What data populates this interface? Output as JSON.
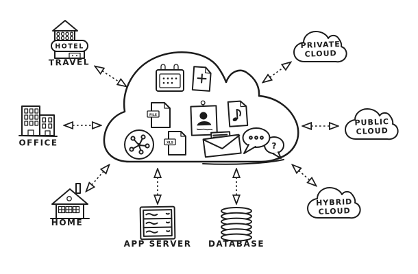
{
  "title": "Cloud computing hand-drawn sketch diagram",
  "style": {
    "ink_color": "#1c1c1c",
    "background_color": "#ffffff",
    "line_style": "hand-drawn"
  },
  "central_cloud": {
    "name": "cloud",
    "icons": [
      {
        "name": "calendar-icon"
      },
      {
        "name": "new-document-icon"
      },
      {
        "name": "file-document-icon",
        "label": "FILE"
      },
      {
        "name": "contact-photo-icon"
      },
      {
        "name": "music-file-icon"
      },
      {
        "name": "network-share-icon"
      },
      {
        "name": "spreadsheet-document-icon",
        "label": "XLS"
      },
      {
        "name": "mail-envelope-icon"
      },
      {
        "name": "chat-bubbles-icon",
        "question_mark": "?"
      }
    ]
  },
  "nodes": [
    {
      "id": "hotel-travel",
      "sign": "HOTEL",
      "label": "TRAVEL",
      "position": "top-left"
    },
    {
      "id": "office",
      "label": "OFFICE",
      "position": "left"
    },
    {
      "id": "home",
      "label": "HOME",
      "position": "bottom-left"
    },
    {
      "id": "app-server",
      "label": "APP SERVER",
      "position": "bottom-center-left"
    },
    {
      "id": "database",
      "label": "DATABASE",
      "position": "bottom-center-right"
    },
    {
      "id": "private-cloud",
      "label_line1": "PRIVATE",
      "label_line2": "CLOUD",
      "position": "top-right"
    },
    {
      "id": "public-cloud",
      "label_line1": "PUBLIC",
      "label_line2": "CLOUD",
      "position": "right"
    },
    {
      "id": "hybrid-cloud",
      "label_line1": "HYBRID",
      "label_line2": "CLOUD",
      "position": "bottom-right"
    }
  ],
  "connections": [
    {
      "from": "hotel-travel",
      "to": "cloud",
      "type": "dashed-double-arrow"
    },
    {
      "from": "office",
      "to": "cloud",
      "type": "dashed-double-arrow"
    },
    {
      "from": "home",
      "to": "cloud",
      "type": "dashed-double-arrow"
    },
    {
      "from": "app-server",
      "to": "cloud",
      "type": "dashed-double-arrow"
    },
    {
      "from": "database",
      "to": "cloud",
      "type": "dashed-double-arrow"
    },
    {
      "from": "hybrid-cloud",
      "to": "cloud",
      "type": "dashed-double-arrow"
    },
    {
      "from": "public-cloud",
      "to": "cloud",
      "type": "dashed-double-arrow"
    },
    {
      "from": "private-cloud",
      "to": "cloud",
      "type": "dashed-double-arrow"
    }
  ]
}
